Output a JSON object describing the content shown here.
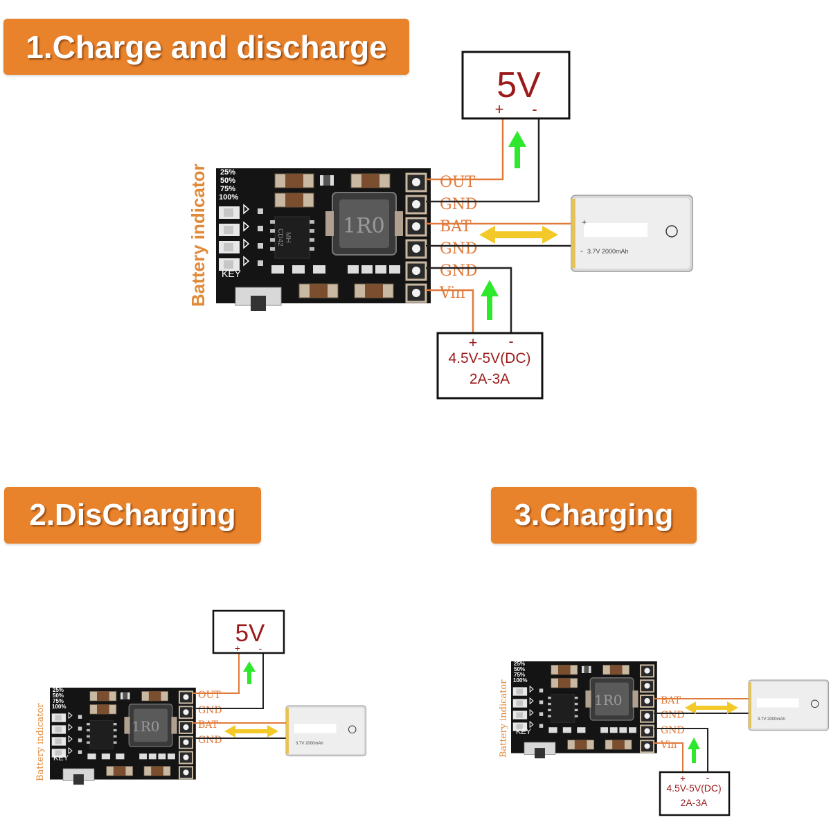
{
  "sections": [
    {
      "title": "1.Charge and discharge"
    },
    {
      "title": "2.DisCharging"
    },
    {
      "title": "3.Charging"
    }
  ],
  "battery_indicator_label": "Battery indicator",
  "level_labels": [
    "25%",
    "50%",
    "75%",
    "100%"
  ],
  "key_label": "KEY",
  "pins": [
    "OUT",
    "GND",
    "BAT",
    "GND",
    "GND",
    "Vin"
  ],
  "output_box": {
    "voltage": "5V",
    "plus": "+",
    "minus": "-"
  },
  "input_box": {
    "voltage": "4.5V-5V(DC)",
    "current": "2A-3A",
    "plus": "+",
    "minus": "-"
  },
  "inductor_label": "1R0",
  "chip_label": [
    "MH",
    "CD42"
  ],
  "battery": {
    "spec": "3.7V  2000mAh",
    "plus": "+",
    "minus": "-"
  },
  "colors": {
    "banner": "#e8822b",
    "pin_text": "#e07a3a",
    "label_orange": "#e08a3a",
    "box_text": "#8b1a1a",
    "arrow_green": "#2ee82e",
    "arrow_yellow": "#f3c92a",
    "wire_red": "#e07a3a",
    "pcb": "#141414"
  }
}
